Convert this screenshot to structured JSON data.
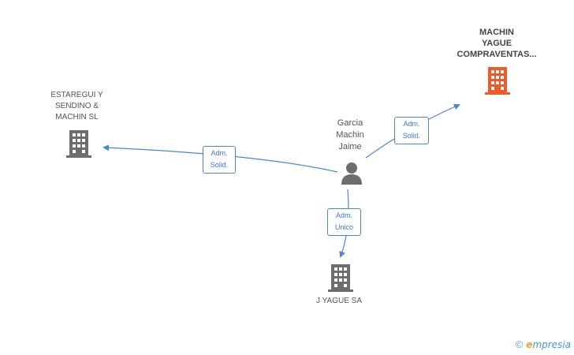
{
  "nodes": {
    "estaregui": {
      "label": "ESTAREGUI Y\nSENDINO &\nMACHIN  SL",
      "icon": "building-icon",
      "color": "#6d6d6d"
    },
    "machin_yague": {
      "label": "MACHIN\nYAGUE\nCOMPRAVENTAS...",
      "icon": "building-icon",
      "color": "#f05a28"
    },
    "j_yague": {
      "label": "J YAGUE SA",
      "icon": "building-icon",
      "color": "#6d6d6d"
    },
    "person": {
      "label": "Garcia\nMachin\nJaime",
      "icon": "person-icon",
      "color": "#6d6d6d"
    }
  },
  "edges": [
    {
      "id": "to_estaregui",
      "line1": "Adm.",
      "line2": "Solid."
    },
    {
      "id": "to_machin_yague",
      "line1": "Adm.",
      "line2": "Solid."
    },
    {
      "id": "to_j_yague",
      "line1": "Adm.",
      "line2": "Unico"
    }
  ],
  "colors": {
    "edge": "#4a86d8",
    "highlight": "#f05a28",
    "node": "#6d6d6d"
  },
  "footer": {
    "copyright_symbol": "©",
    "brand_initial": "e",
    "brand_rest": "mpresia"
  }
}
